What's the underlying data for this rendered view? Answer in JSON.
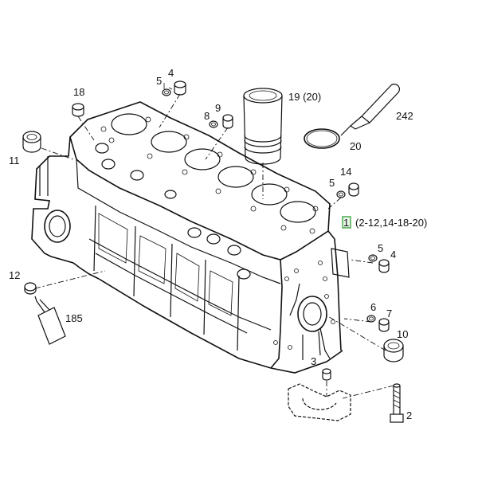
{
  "callouts": {
    "c4a": "4",
    "c5a": "5",
    "c18": "18",
    "c19": "19 (20)",
    "c242": "242",
    "c9": "9",
    "c8": "8",
    "c11": "11",
    "c20": "20",
    "c14": "14",
    "c5b": "5",
    "c1_num": "1",
    "c1_range": "(2-12,14-18-20)",
    "c5c": "5",
    "c4b": "4",
    "c12": "12",
    "c185": "185",
    "c6": "6",
    "c7": "7",
    "c10": "10",
    "c3": "3",
    "c2": "2"
  },
  "colors": {
    "line": "#111111",
    "highlight_border": "#3fa63f",
    "highlight_fill": "#eaf7ea"
  }
}
